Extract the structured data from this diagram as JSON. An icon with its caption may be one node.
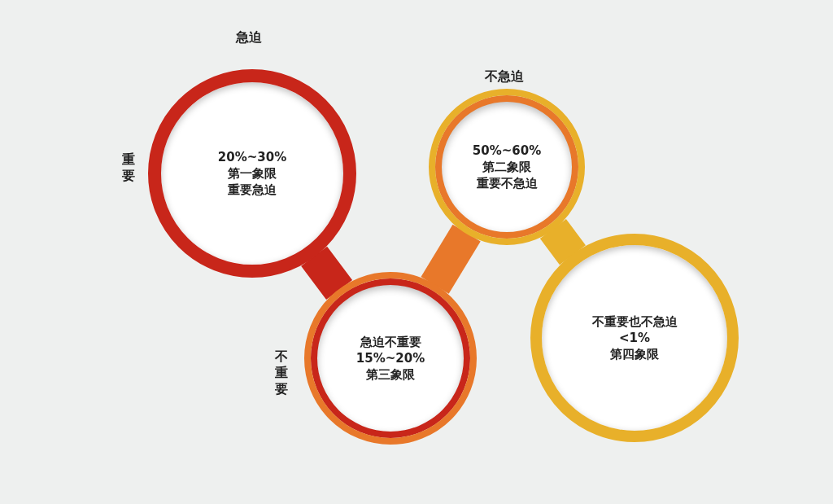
{
  "diagram": {
    "nodes": [
      {
        "text": [
          "20%~30%",
          "第一象限",
          "重要急迫"
        ],
        "beside": [
          "急迫",
          "重要"
        ]
      },
      {
        "text": [
          "50%~60%",
          "第二象限",
          "重要不急迫"
        ],
        "beside": [
          "不急迫"
        ]
      },
      {
        "text": [
          "急迫不重要",
          "15%~20%",
          "第三象限"
        ],
        "beside": [
          "不重要"
        ]
      },
      {
        "text": [
          "不重要也不急迫",
          "<1%",
          "第四象限"
        ]
      }
    ],
    "edges": [
      {
        "from": 0,
        "to": 2,
        "arrow": "none",
        "color": "#c8261a"
      },
      {
        "from": 2,
        "to": 1,
        "arrow": "none",
        "color": "#e8782a"
      },
      {
        "from": 1,
        "to": 3,
        "arrow": "none",
        "color": "#e8b02a"
      }
    ]
  }
}
